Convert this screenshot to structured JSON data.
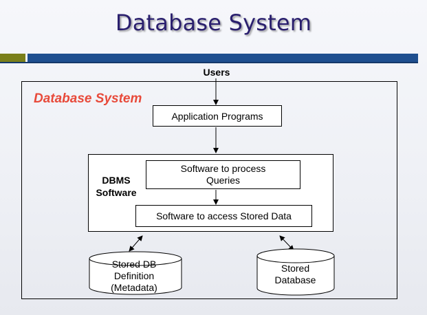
{
  "slide": {
    "title": "Database System",
    "colors": {
      "title": "#2a1f6e",
      "accent_bar": "#1f4f8f",
      "olive_bar": "#7a7f1a",
      "system_label": "#e84a3a"
    }
  },
  "diagram": {
    "users_label": "Users",
    "system_label": "Database System",
    "application_programs": "Application Programs",
    "dbms_label_line1": "DBMS",
    "dbms_label_line2": "Software",
    "process_queries_line1": "Software to process",
    "process_queries_line2": "Queries",
    "access_stored_data": "Software to access Stored Data",
    "stored_db_definition_line1": "Stored DB",
    "stored_db_definition_line2": "Definition",
    "stored_db_definition_line3": "(Metadata)",
    "stored_database_line1": "Stored",
    "stored_database_line2": "Database"
  }
}
